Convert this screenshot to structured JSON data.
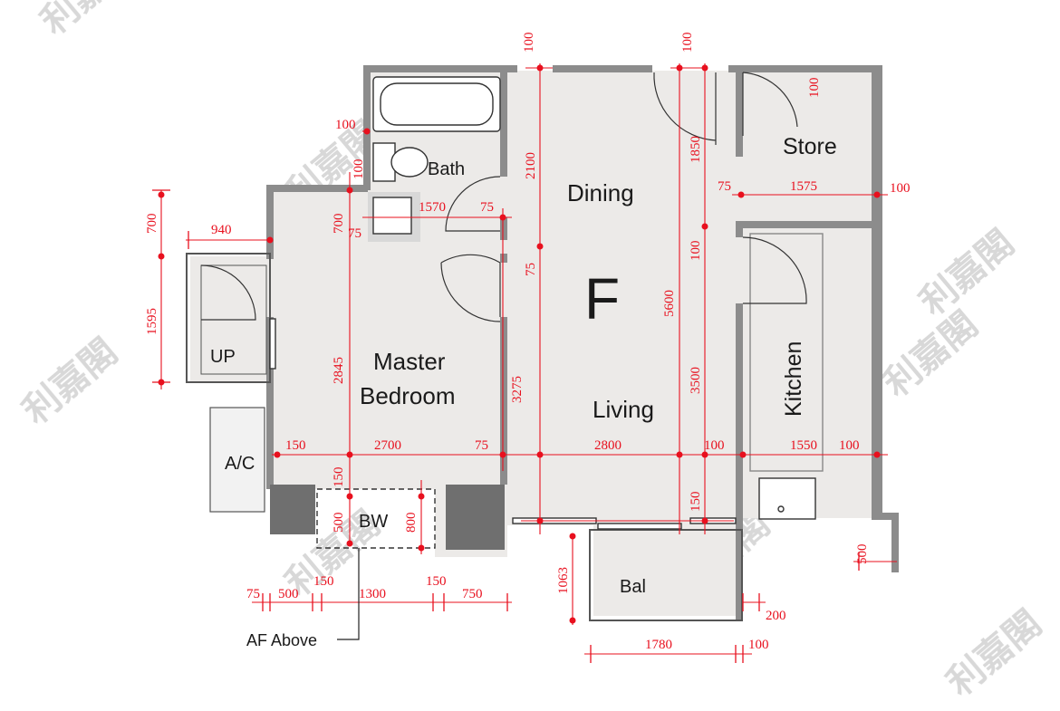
{
  "unit_label": "F",
  "rooms": {
    "bath": "Bath",
    "dining": "Dining",
    "store": "Store",
    "master_line1": "Master",
    "master_line2": "Bedroom",
    "living": "Living",
    "kitchen": "Kitchen",
    "up": "UP",
    "ac": "A/C",
    "bw": "BW",
    "bal": "Bal",
    "af_above": "AF Above"
  },
  "watermark": "利嘉閣",
  "dimensions": [
    {
      "key": "d_top_100_a",
      "text": "100"
    },
    {
      "key": "d_top_100_b",
      "text": "100"
    },
    {
      "key": "d_100_store",
      "text": "100"
    },
    {
      "key": "d_100_bath",
      "text": "100"
    },
    {
      "key": "d_100_bath_v",
      "text": "100"
    },
    {
      "key": "d_2100",
      "text": "2100"
    },
    {
      "key": "d_1850",
      "text": "1850"
    },
    {
      "key": "d_75_store",
      "text": "75"
    },
    {
      "key": "d_1575",
      "text": "1575"
    },
    {
      "key": "d_100_store_r",
      "text": "100"
    },
    {
      "key": "d_700_left",
      "text": "700"
    },
    {
      "key": "d_940",
      "text": "940"
    },
    {
      "key": "d_700_bed",
      "text": "700"
    },
    {
      "key": "d_75_bed",
      "text": "75"
    },
    {
      "key": "d_1570",
      "text": "1570"
    },
    {
      "key": "d_75_bath",
      "text": "75"
    },
    {
      "key": "d_100_kit",
      "text": "100"
    },
    {
      "key": "d_75_dining",
      "text": "75"
    },
    {
      "key": "d_5600",
      "text": "5600"
    },
    {
      "key": "d_1595",
      "text": "1595"
    },
    {
      "key": "d_2845",
      "text": "2845"
    },
    {
      "key": "d_3275",
      "text": "3275"
    },
    {
      "key": "d_3500",
      "text": "3500"
    },
    {
      "key": "d_150_a",
      "text": "150"
    },
    {
      "key": "d_2700",
      "text": "2700"
    },
    {
      "key": "d_75_mid",
      "text": "75"
    },
    {
      "key": "d_2800",
      "text": "2800"
    },
    {
      "key": "d_100_mid",
      "text": "100"
    },
    {
      "key": "d_1550",
      "text": "1550"
    },
    {
      "key": "d_100_end",
      "text": "100"
    },
    {
      "key": "d_150_bw",
      "text": "150"
    },
    {
      "key": "d_500_bw",
      "text": "500"
    },
    {
      "key": "d_800_bw",
      "text": "800"
    },
    {
      "key": "d_150_liv",
      "text": "150"
    },
    {
      "key": "d_1063",
      "text": "1063"
    },
    {
      "key": "d_500_kit",
      "text": "500"
    },
    {
      "key": "d_75_bot",
      "text": "75"
    },
    {
      "key": "d_500_bot",
      "text": "500"
    },
    {
      "key": "d_150_bot",
      "text": "150"
    },
    {
      "key": "d_1300",
      "text": "1300"
    },
    {
      "key": "d_150_bot2",
      "text": "150"
    },
    {
      "key": "d_750",
      "text": "750"
    },
    {
      "key": "d_200",
      "text": "200"
    },
    {
      "key": "d_1780",
      "text": "1780"
    },
    {
      "key": "d_100_bal",
      "text": "100"
    }
  ]
}
